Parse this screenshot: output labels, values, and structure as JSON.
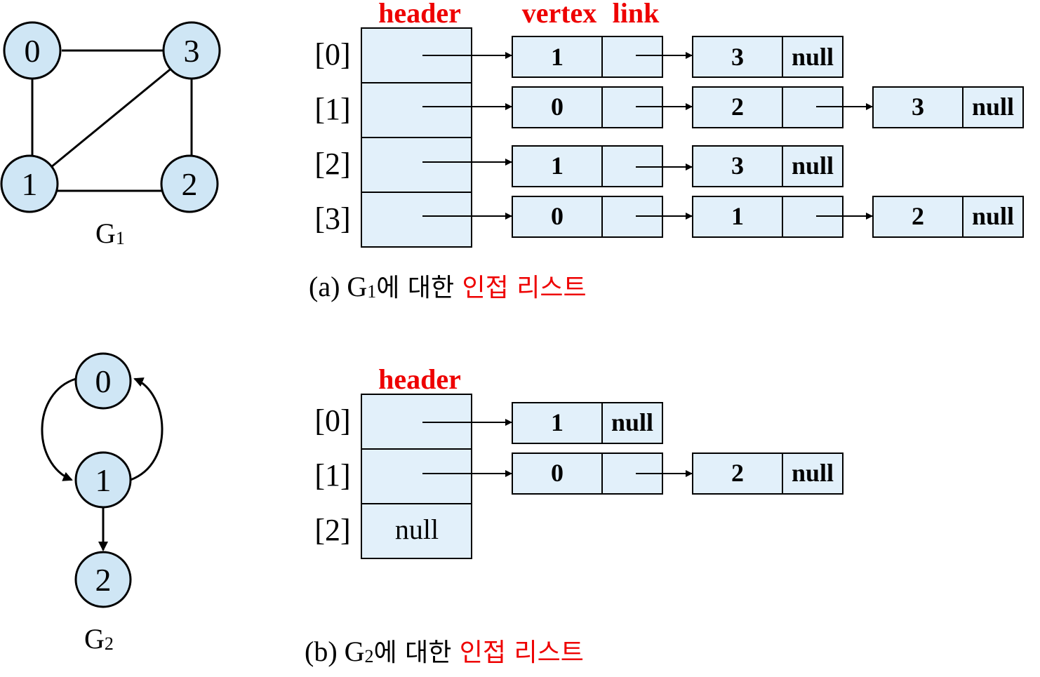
{
  "g1": {
    "label_base": "G",
    "label_sub": "1",
    "nodes": [
      "0",
      "3",
      "1",
      "2"
    ]
  },
  "g2": {
    "label_base": "G",
    "label_sub": "2",
    "nodes": [
      "0",
      "1",
      "2"
    ]
  },
  "list_a": {
    "header_label": "header",
    "vertex_label": "vertex",
    "link_label": "link",
    "indices": [
      "[0]",
      "[1]",
      "[2]",
      "[3]"
    ],
    "rows": [
      [
        "1",
        "3",
        "null"
      ],
      [
        "0",
        "2",
        "3",
        "null"
      ],
      [
        "1",
        "3",
        "null"
      ],
      [
        "0",
        "1",
        "2",
        "null"
      ]
    ],
    "caption_prefix": "(a) G",
    "caption_sub": "1",
    "caption_mid": "에 대한 ",
    "caption_emph": "인접 리스트"
  },
  "list_b": {
    "header_label": "header",
    "indices": [
      "[0]",
      "[1]",
      "[2]"
    ],
    "rows": [
      [
        "1",
        "null"
      ],
      [
        "0",
        "2",
        "null"
      ]
    ],
    "header_null": "null",
    "caption_prefix": "(b) G",
    "caption_sub": "2",
    "caption_mid": "에 대한 ",
    "caption_emph": "인접 리스트"
  },
  "colors": {
    "node_fill": "#cfe6f5",
    "cell_fill": "#e2f0fa",
    "emphasis": "#ee0000"
  }
}
